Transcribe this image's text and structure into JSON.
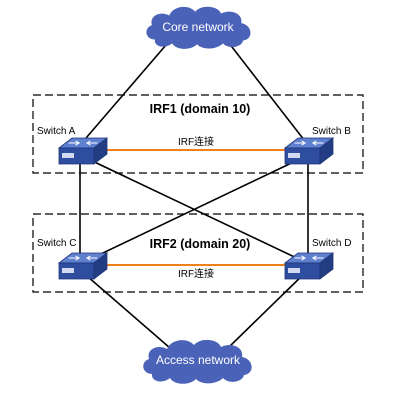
{
  "clouds": {
    "core": {
      "label": "Core network"
    },
    "access": {
      "label": "Access network"
    }
  },
  "domains": [
    {
      "title": "IRF1 (domain 10)"
    },
    {
      "title": "IRF2 (domain 20)"
    }
  ],
  "switches": {
    "a": {
      "label": "Switch A"
    },
    "b": {
      "label": "Switch B"
    },
    "c": {
      "label": "Switch C"
    },
    "d": {
      "label": "Switch D"
    }
  },
  "irf_links": [
    {
      "label": "IRF连接"
    },
    {
      "label": "IRF连接"
    }
  ],
  "colors": {
    "cloud_fill": "#4a62b8",
    "switch_fill": "#2e4d9e",
    "irf_link": "#f07f1e",
    "cable": "#000000",
    "domain_border": "#000000"
  }
}
